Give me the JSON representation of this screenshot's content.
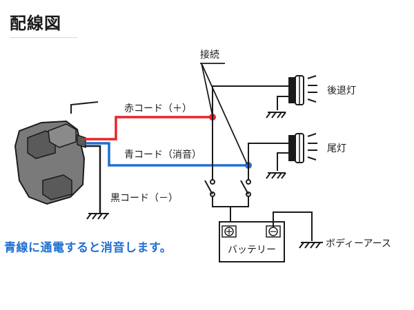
{
  "title": "配線図",
  "labels": {
    "connection": "接続",
    "reverse_lamp": "後退灯",
    "tail_lamp": "尾灯",
    "red_cord": "赤コード（＋）",
    "blue_cord": "青コード（消音）",
    "black_cord": "黒コード（－）",
    "battery": "バッテリー",
    "battery_plus": "＋",
    "battery_minus": "－",
    "body_earth": "ボディーアース"
  },
  "note": "青線に通電すると消音します。",
  "colors": {
    "red_wire": "#e8242b",
    "blue_wire": "#1f6fd1",
    "black_wire": "#1a1a1a",
    "note_text": "#1f6fd1",
    "device_body": "#6e6e6e"
  }
}
